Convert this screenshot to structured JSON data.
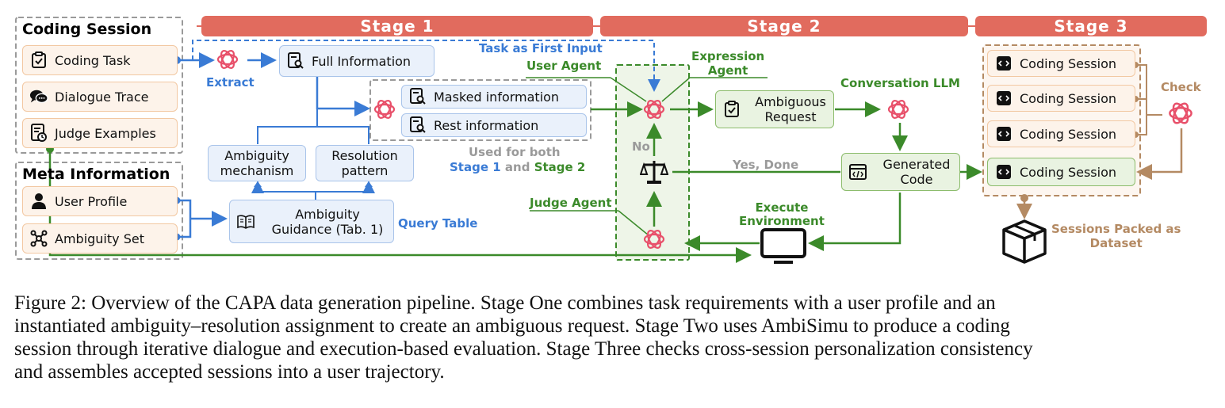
{
  "stages": {
    "s1": "Stage 1",
    "s2": "Stage 2",
    "s3": "Stage 3"
  },
  "coding_session": {
    "title": "Coding Session",
    "items": [
      "Coding Task",
      "Dialogue Trace",
      "Judge Examples"
    ]
  },
  "meta_information": {
    "title": "Meta Information",
    "items": [
      "User Profile",
      "Ambiguity Set"
    ]
  },
  "stage1": {
    "extract": "Extract",
    "full_information": "Full Information",
    "task_first_input": "Task as First Input",
    "masked_information": "Masked information",
    "rest_information": "Rest information",
    "used_for_both": "Used for both",
    "stage1_ref": "Stage 1",
    "and": "and",
    "stage2_ref": "Stage 2",
    "ambiguity_mechanism_l1": "Ambiguity",
    "ambiguity_mechanism_l2": "mechanism",
    "resolution_pattern_l1": "Resolution",
    "resolution_pattern_l2": "pattern",
    "guidance_l1": "Ambiguity",
    "guidance_l2": "Guidance (Tab. 1)",
    "query_table": "Query Table"
  },
  "stage2": {
    "user_agent": "User Agent",
    "expression_agent_l1": "Expression",
    "expression_agent_l2": "Agent",
    "ambiguous_request_l1": "Ambiguous",
    "ambiguous_request_l2": "Request",
    "conversation_llm": "Conversation LLM",
    "no": "No",
    "yes_done": "Yes, Done",
    "generated_code_l1": "Generated",
    "generated_code_l2": "Code",
    "judge_agent": "Judge Agent",
    "execute_env_l1": "Execute",
    "execute_env_l2": "Environment"
  },
  "stage3": {
    "sessions": [
      "Coding Session",
      "Coding Session",
      "Coding Session",
      "Coding Session"
    ],
    "check": "Check",
    "packed_l1": "Sessions Packed as",
    "packed_l2": "Dataset"
  },
  "colors": {
    "stage_banner": "#e16b5e",
    "blue": "#3a7bd5",
    "green": "#3b8a2a",
    "brown": "#b48a63",
    "gray": "#9a9a9a"
  },
  "caption": [
    "Figure 2: Overview of the CAPA data generation pipeline. Stage One combines task requirements with a user profile and an",
    "instantiated ambiguity–resolution assignment to create an ambiguous request. Stage Two uses AmbiSimu to produce a coding",
    "session through iterative dialogue and execution-based evaluation. Stage Three checks cross-session personalization consistency",
    "and assembles accepted sessions into a user trajectory."
  ]
}
